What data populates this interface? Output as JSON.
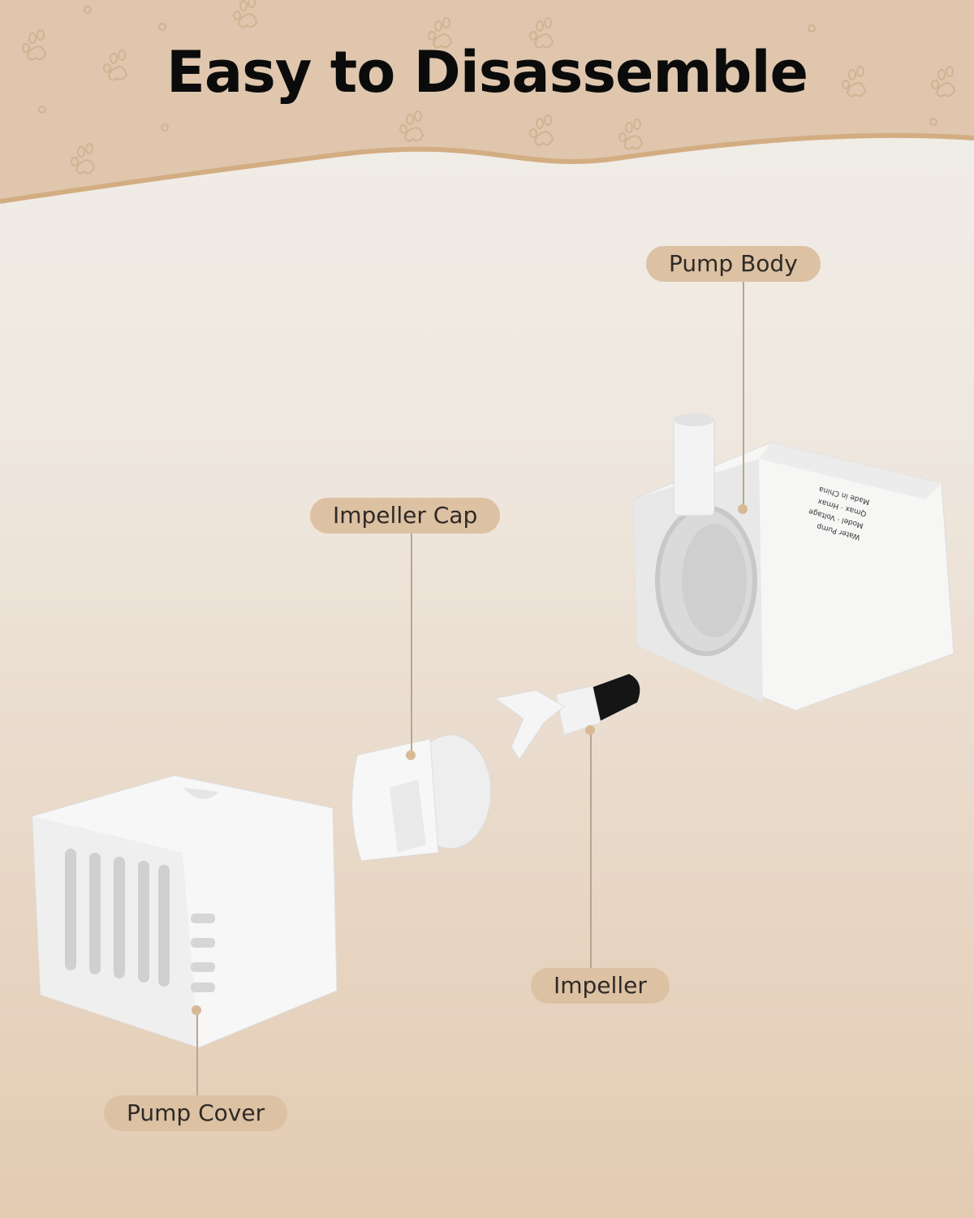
{
  "header": {
    "title": "Easy to Disassemble"
  },
  "labels": {
    "pump_body": "Pump Body",
    "impeller_cap": "Impeller Cap",
    "impeller": "Impeller",
    "pump_cover": "Pump Cover"
  },
  "colors": {
    "header_bg": "#dfc6ad",
    "wave_border": "#d3ad82",
    "pill_bg": "#dcc1a3",
    "dot": "#d8b996"
  }
}
